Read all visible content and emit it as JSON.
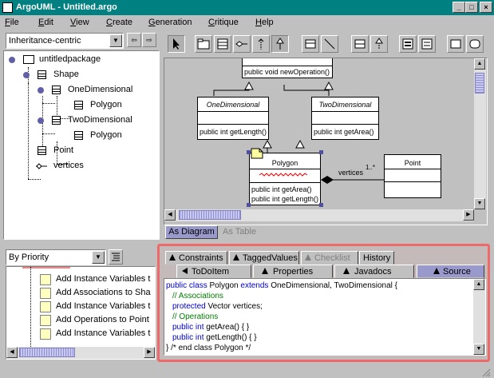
{
  "window": {
    "title": "ArgoUML - Untitled.argo"
  },
  "menu": [
    {
      "label": "File",
      "u": "F",
      "rest": "ile"
    },
    {
      "label": "Edit",
      "u": "E",
      "rest": "dit"
    },
    {
      "label": "View",
      "u": "V",
      "rest": "iew"
    },
    {
      "label": "Create",
      "u": "C",
      "rest": "reate"
    },
    {
      "label": "Generation",
      "u": "G",
      "rest": "eneration"
    },
    {
      "label": "Critique",
      "u": "C",
      "rest": "ritique"
    },
    {
      "label": "Help",
      "u": "H",
      "rest": "elp"
    }
  ],
  "explorer": {
    "perspective": "Inheritance-centric",
    "tree": [
      {
        "label": "untitledpackage",
        "icon": "package-icon"
      },
      {
        "label": "Shape",
        "icon": "class-icon"
      },
      {
        "label": "OneDimensional",
        "icon": "class-icon"
      },
      {
        "label": "Polygon",
        "icon": "class-icon"
      },
      {
        "label": "TwoDimensional",
        "icon": "class-icon"
      },
      {
        "label": "Polygon",
        "icon": "class-icon"
      },
      {
        "label": "Point",
        "icon": "class-icon"
      },
      {
        "label": "vertices",
        "icon": "association-icon"
      }
    ]
  },
  "diagram": {
    "shape_op": "public void newOperation()",
    "one_dim": {
      "name": "OneDimensional",
      "op": "public int getLength()"
    },
    "two_dim": {
      "name": "TwoDimensional",
      "op": "public int getArea()"
    },
    "polygon": {
      "name": "Polygon",
      "ops": [
        "public int getArea()",
        "public int getLength()"
      ]
    },
    "point": {
      "name": "Point"
    },
    "assoc_label": "vertices",
    "multiplicity": "1..*",
    "tabs": {
      "as_diagram": "As Diagram",
      "as_table": "As Table"
    }
  },
  "todo": {
    "ordering": "By Priority",
    "items": [
      "Add Instance Variables t",
      "Add Associations to Sha",
      "Add Instance Variables t",
      "Add Operations to Point",
      "Add Instance Variables t"
    ]
  },
  "details": {
    "tabs_row1": [
      "Constraints",
      "TaggedValues",
      "Checklist",
      "History"
    ],
    "tabs_row2": [
      "ToDoItem",
      "Properties",
      "Javadocs",
      "Source"
    ],
    "source": {
      "l1a": "public class",
      "l1b": "Polygon",
      "l1c": "extends",
      "l1d": "OneDimensional, TwoDimensional {",
      "l2": "// Associations",
      "l3a": "protected",
      "l3b": "Vector vertices;",
      "l4": "// Operations",
      "l5a": "public int",
      "l5b": "getArea() {  }",
      "l6a": "public int",
      "l6b": "getLength() {  }",
      "l7": "} /* end class Polygon */"
    }
  }
}
